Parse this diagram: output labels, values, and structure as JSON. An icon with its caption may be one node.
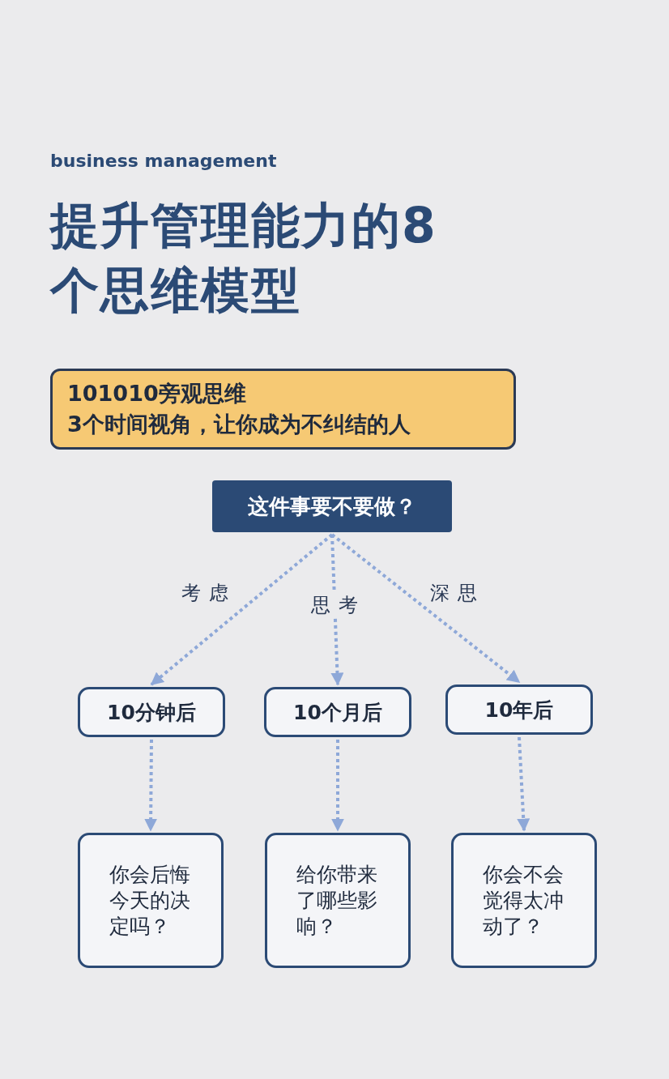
{
  "diagram": {
    "title": "提升管理能力的8个思维模型",
    "nodes": [
      {
        "text": [
          "101010旁观思维",
          "3个时间视角，让你成为不纠结的人"
        ]
      },
      {
        "text": [
          "这件事要不要做？"
        ]
      },
      {
        "text": [
          "10分钟后"
        ]
      },
      {
        "text": [
          "10个月后"
        ]
      },
      {
        "text": [
          "10年后"
        ]
      },
      {
        "text": [
          "你会后悔今天的决定吗？"
        ]
      },
      {
        "text": [
          "给你带来了哪些影响？"
        ]
      },
      {
        "text": [
          "你会不会觉得太冲动了？"
        ]
      }
    ],
    "edges": [
      {
        "from": 1,
        "to": 2,
        "arrow": "to",
        "label": "考虑",
        "style": "dashed"
      },
      {
        "from": 1,
        "to": 3,
        "arrow": "to",
        "label": "思考",
        "style": "dashed"
      },
      {
        "from": 1,
        "to": 4,
        "arrow": "to",
        "label": "深思",
        "style": "dashed"
      },
      {
        "from": 2,
        "to": 5,
        "arrow": "to",
        "style": "dashed"
      },
      {
        "from": 3,
        "to": 6,
        "arrow": "to",
        "style": "dashed"
      },
      {
        "from": 4,
        "to": 7,
        "arrow": "to",
        "style": "dashed"
      }
    ],
    "labels": [
      "business management"
    ]
  }
}
